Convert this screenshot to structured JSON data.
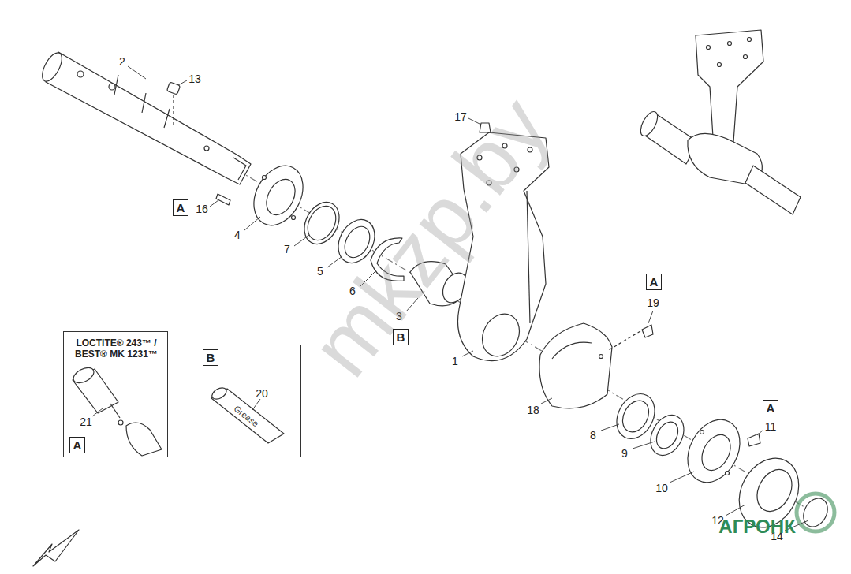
{
  "diagram": {
    "nodes": [
      {
        "text": [
          "LOCTITE® 243™ / BEST® MK 1231™",
          "21"
        ]
      },
      {
        "text": [
          "A"
        ],
        "in": 0
      },
      {
        "text": [
          "20"
        ]
      },
      {
        "text": [
          "B"
        ],
        "in": 2
      },
      {
        "text": [
          "A"
        ]
      },
      {
        "text": [
          "B"
        ]
      },
      {
        "text": [
          "A"
        ]
      },
      {
        "text": [
          "A"
        ]
      }
    ],
    "edges": [],
    "labels": [
      "2",
      "13",
      "17",
      "16",
      "4",
      "7",
      "5",
      "6",
      "3",
      "1",
      "19",
      "18",
      "8",
      "9",
      "10",
      "11",
      "12",
      "14",
      "Grease",
      "mkzp.by",
      "АГРОНК"
    ]
  }
}
